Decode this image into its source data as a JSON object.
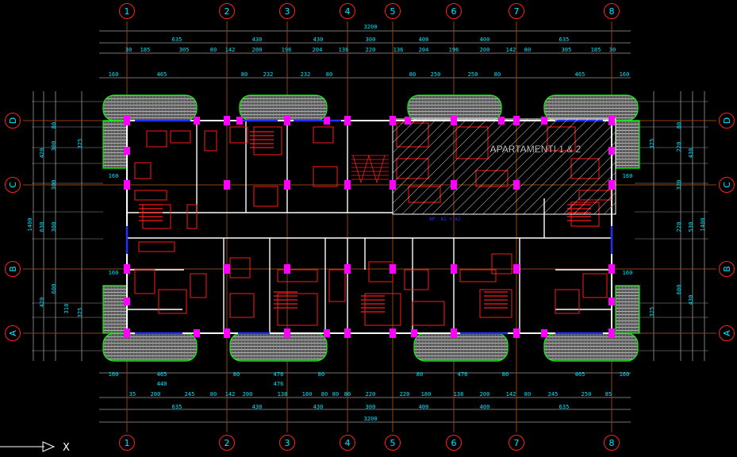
{
  "grid": {
    "columns": [
      "1",
      "2",
      "3",
      "4",
      "5",
      "6",
      "7",
      "8"
    ],
    "rows": [
      "D",
      "C",
      "B",
      "A"
    ]
  },
  "annotations": {
    "apartment_title": "APARTAMENTI 1 & 2",
    "apartment_sub": "AP. A1 + A2",
    "ucs_axis": "X"
  },
  "dimensions": {
    "top_total": "3200",
    "top_axes": [
      "635",
      "430",
      "430",
      "300",
      "400",
      "400",
      "635"
    ],
    "top_detail": [
      "30",
      "185",
      "305",
      "80",
      "142",
      "200",
      "196",
      "204",
      "136",
      "220",
      "136",
      "204",
      "196",
      "200",
      "142",
      "80",
      "305",
      "185",
      "30"
    ],
    "top_balcony": [
      "160",
      "465",
      "80",
      "232",
      "232",
      "80",
      "80",
      "250",
      "250",
      "80",
      "465",
      "160"
    ],
    "bottom_balcony": [
      "160",
      "465",
      "80",
      "476",
      "80",
      "80",
      "476",
      "80",
      "465",
      "160"
    ],
    "bottom_red": [
      "440",
      "476"
    ],
    "bottom_detail": [
      "35",
      "200",
      "245",
      "80",
      "142",
      "200",
      "138",
      "180",
      "80",
      "80",
      "80",
      "220",
      "220",
      "180",
      "138",
      "200",
      "142",
      "80",
      "245",
      "250",
      "85"
    ],
    "bottom_axes": [
      "635",
      "430",
      "430",
      "300",
      "400",
      "400",
      "635"
    ],
    "bottom_total": "3200",
    "left": [
      "1400",
      "420",
      "630",
      "420",
      "80",
      "300",
      "300",
      "300",
      "600",
      "325",
      "325",
      "310",
      "160",
      "160"
    ],
    "right": [
      "80",
      "220",
      "320",
      "220",
      "600",
      "430",
      "530",
      "430",
      "1400",
      "325",
      "325",
      "160",
      "160"
    ]
  },
  "colors": {
    "background": "#000000",
    "grid_line": "#8b4513",
    "bubble": "#ff2020",
    "dim_text": "#00e5ff",
    "dim_line": "#9a9a9a",
    "wall": "#ffffff",
    "furniture": "#ff1a1a",
    "column": "#ff00ff",
    "window": "#2030ff",
    "balcony_edge": "#00ff00"
  }
}
